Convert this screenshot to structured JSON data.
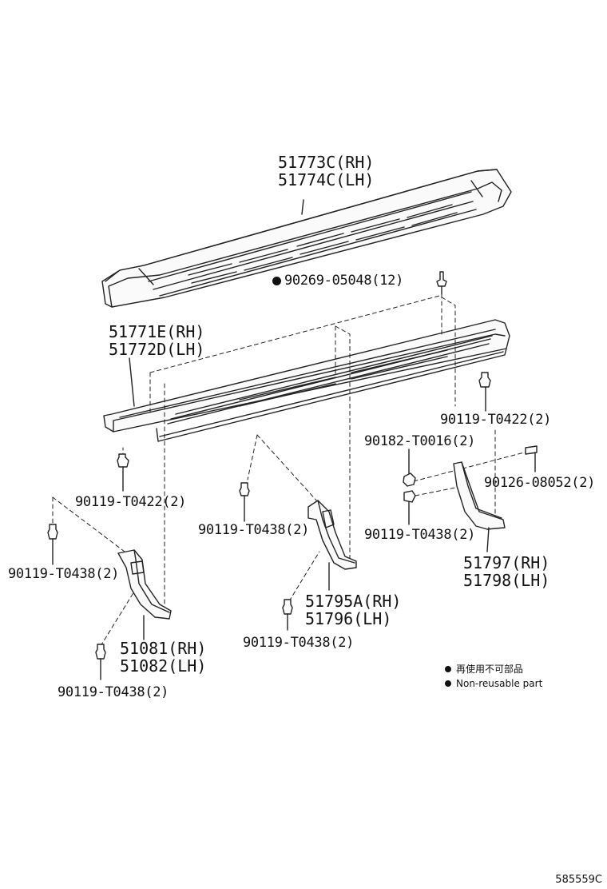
{
  "parts": {
    "step_cover": [
      "51773C(RH)",
      "51774C(LH)"
    ],
    "step_clip": "90269-05048(12)",
    "step_panel": [
      "51771E(RH)",
      "51772D(LH)"
    ],
    "bolt_right_top": "90119-T0422(2)",
    "nut": "90182-T0016(2)",
    "stud": "90126-08052(2)",
    "bolt_right_mid": "90119-T0438(2)",
    "bracket_rear": [
      "51797(RH)",
      "51798(LH)"
    ],
    "bolt_left_top": "90119-T0422(2)",
    "bolt_center_top": "90119-T0438(2)",
    "bolt_left_mid": "90119-T0438(2)",
    "bracket_center": [
      "51795A(RH)",
      "51796(LH)"
    ],
    "bolt_center_bottom": "90119-T0438(2)",
    "bracket_front": [
      "51081(RH)",
      "51082(LH)"
    ],
    "bolt_left_bottom": "90119-T0438(2)"
  },
  "legend": {
    "japanese": "再使用不可部品",
    "english": "Non-reusable part"
  },
  "figure_code": "585559C"
}
